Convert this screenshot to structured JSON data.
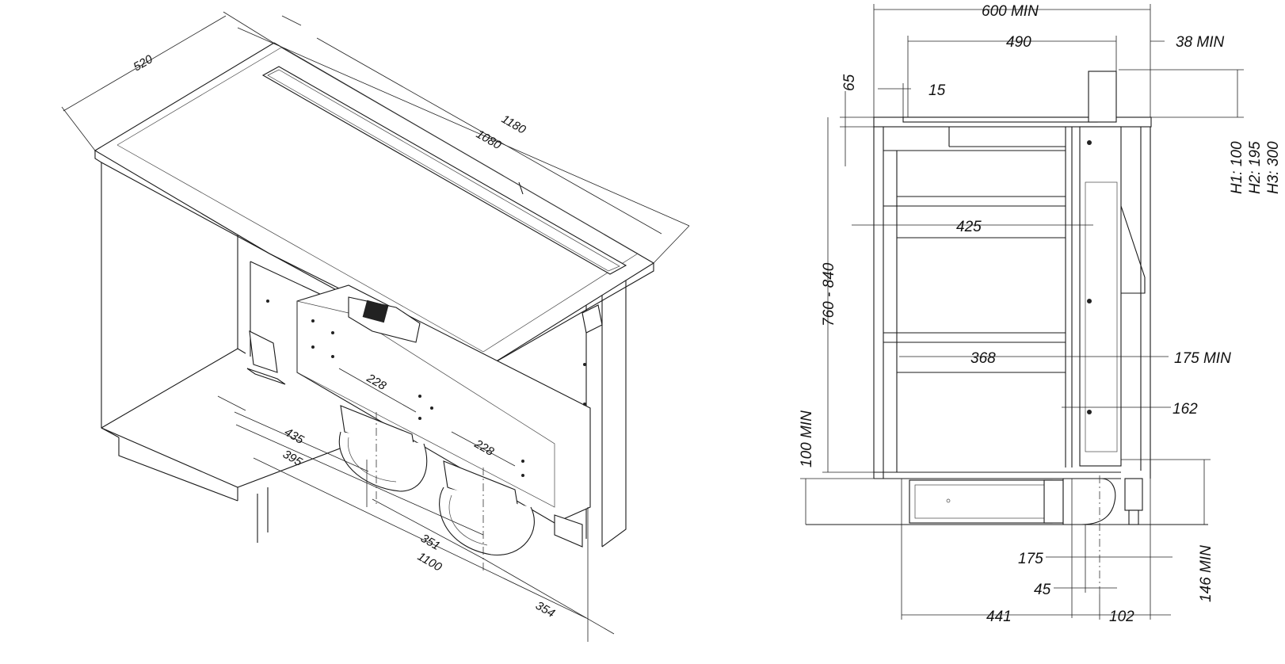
{
  "iso_view": {
    "dimensions": {
      "d520": "520",
      "d1180": "1180",
      "d1080": "1080",
      "d228a": "228",
      "d228b": "228",
      "d435": "435",
      "d395": "395",
      "d351": "351",
      "d1100": "1100",
      "d354": "354"
    }
  },
  "side_view": {
    "dimensions": {
      "d600": "600 MIN",
      "d490": "490",
      "d38": "38 MIN",
      "d65": "65",
      "d15": "15",
      "h1": "H1: 100",
      "h2": "H2: 195",
      "h3": "H3: 300",
      "d425": "425",
      "d760": "760 - 840",
      "d368": "368",
      "d175min": "175 MIN",
      "d162": "162",
      "d100min": "100 MIN",
      "d175": "175",
      "d45": "45",
      "d146min": "146 MIN",
      "d441": "441",
      "d102": "102"
    }
  }
}
